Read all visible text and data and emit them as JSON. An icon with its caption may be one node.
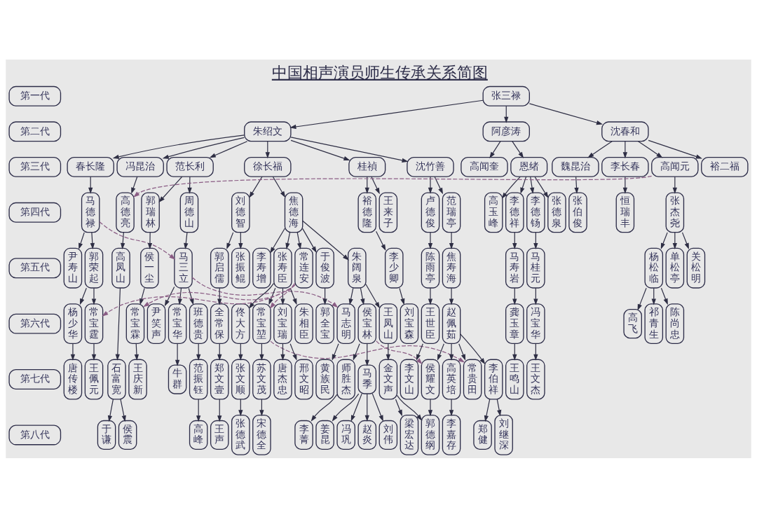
{
  "diagram": {
    "title": "中国相声演员师生传承关系简图",
    "nodes": [
      {
        "text": [
          "第一代"
        ]
      },
      {
        "text": [
          "张三禄"
        ]
      },
      {
        "text": [
          "第二代"
        ]
      },
      {
        "text": [
          "朱绍文"
        ]
      },
      {
        "text": [
          "阿彦涛"
        ]
      },
      {
        "text": [
          "沈春和"
        ]
      },
      {
        "text": [
          "第三代"
        ]
      },
      {
        "text": [
          "春长隆"
        ]
      },
      {
        "text": [
          "冯昆治"
        ]
      },
      {
        "text": [
          "范长利"
        ]
      },
      {
        "text": [
          "徐长福"
        ]
      },
      {
        "text": [
          "桂禎"
        ]
      },
      {
        "text": [
          "沈竹善"
        ]
      },
      {
        "text": [
          "高闻奎"
        ]
      },
      {
        "text": [
          "恩绪"
        ]
      },
      {
        "text": [
          "魏昆治"
        ]
      },
      {
        "text": [
          "李长春"
        ]
      },
      {
        "text": [
          "高闻元"
        ]
      },
      {
        "text": [
          "裕二福"
        ]
      },
      {
        "text": [
          "第四代"
        ]
      },
      {
        "text": [
          "马德禄"
        ]
      },
      {
        "text": [
          "高德亮"
        ]
      },
      {
        "text": [
          "周德山"
        ]
      },
      {
        "text": [
          "郭瑞林"
        ]
      },
      {
        "text": [
          "焦德海"
        ]
      },
      {
        "text": [
          "刘德智"
        ]
      },
      {
        "text": [
          "王来子"
        ]
      },
      {
        "text": [
          "裕德隆"
        ]
      },
      {
        "text": [
          "范瑞亭"
        ]
      },
      {
        "text": [
          "卢德俊"
        ]
      },
      {
        "text": [
          "张德泉"
        ]
      },
      {
        "text": [
          "高玉峰"
        ]
      },
      {
        "text": [
          "李德祥"
        ]
      },
      {
        "text": [
          "李德钖"
        ]
      },
      {
        "text": [
          "张伯俊"
        ]
      },
      {
        "text": [
          "恒瑞丰"
        ]
      },
      {
        "text": [
          "张杰尧"
        ]
      },
      {
        "text": [
          "第五代"
        ]
      },
      {
        "text": [
          "尹寿山"
        ]
      },
      {
        "text": [
          "郭荣起"
        ]
      },
      {
        "text": [
          "高凤山"
        ]
      },
      {
        "text": [
          "马三立"
        ]
      },
      {
        "text": [
          "侯一尘"
        ]
      },
      {
        "text": [
          "李寿增"
        ]
      },
      {
        "text": [
          "张寿臣"
        ]
      },
      {
        "text": [
          "常连安"
        ]
      },
      {
        "text": [
          "于俊波"
        ]
      },
      {
        "text": [
          "朱阔泉"
        ]
      },
      {
        "text": [
          "张振鲲"
        ]
      },
      {
        "text": [
          "郭启儒"
        ]
      },
      {
        "text": [
          "李少卿"
        ]
      },
      {
        "text": [
          "焦寿海"
        ]
      },
      {
        "text": [
          "陈雨亭"
        ]
      },
      {
        "text": [
          "马寿岩"
        ]
      },
      {
        "text": [
          "马桂元"
        ]
      },
      {
        "text": [
          "单松亭"
        ]
      },
      {
        "text": [
          "关松明"
        ]
      },
      {
        "text": [
          "杨松临"
        ]
      },
      {
        "text": [
          "第六代"
        ]
      },
      {
        "text": [
          "杨少华"
        ]
      },
      {
        "text": [
          "常宝霆"
        ]
      },
      {
        "text": [
          "尹笑声"
        ]
      },
      {
        "text": [
          "常宝华"
        ]
      },
      {
        "text": [
          "班德贵"
        ]
      },
      {
        "text": [
          "常宝霖"
        ]
      },
      {
        "text": [
          "常宝堃"
        ]
      },
      {
        "text": [
          "刘宝瑞"
        ]
      },
      {
        "text": [
          "朱相臣"
        ]
      },
      {
        "text": [
          "佟大方"
        ]
      },
      {
        "text": [
          "郭全宝"
        ]
      },
      {
        "text": [
          "侯宝林"
        ]
      },
      {
        "text": [
          "马志明"
        ]
      },
      {
        "text": [
          "王凤山"
        ]
      },
      {
        "text": [
          "全常保"
        ]
      },
      {
        "text": [
          "刘宝森"
        ]
      },
      {
        "text": [
          "赵佩茹"
        ]
      },
      {
        "text": [
          "王世臣"
        ]
      },
      {
        "text": [
          "龚玉章"
        ]
      },
      {
        "text": [
          "冯宝华"
        ]
      },
      {
        "text": [
          "高飞"
        ]
      },
      {
        "text": [
          "祁青生"
        ]
      },
      {
        "text": [
          "陈尚忠"
        ]
      },
      {
        "text": [
          "第七代"
        ]
      },
      {
        "text": [
          "唐传楼"
        ]
      },
      {
        "text": [
          "王佩元"
        ]
      },
      {
        "text": [
          "石富宽"
        ]
      },
      {
        "text": [
          "牛群"
        ]
      },
      {
        "text": [
          "范振钰"
        ]
      },
      {
        "text": [
          "王庆新"
        ]
      },
      {
        "text": [
          "苏文茂"
        ]
      },
      {
        "text": [
          "邢文昭"
        ]
      },
      {
        "text": [
          "唐杰忠"
        ]
      },
      {
        "text": [
          "张文顺"
        ]
      },
      {
        "text": [
          "师胜杰"
        ]
      },
      {
        "text": [
          "马季"
        ]
      },
      {
        "text": [
          "黄族民"
        ]
      },
      {
        "text": [
          "金文声"
        ]
      },
      {
        "text": [
          "郑文壹"
        ]
      },
      {
        "text": [
          "常贵田"
        ]
      },
      {
        "text": [
          "高英培"
        ]
      },
      {
        "text": [
          "侯耀文"
        ]
      },
      {
        "text": [
          "李伯祥"
        ]
      },
      {
        "text": [
          "李文山"
        ]
      },
      {
        "text": [
          "王鸣山"
        ]
      },
      {
        "text": [
          "王文杰"
        ]
      },
      {
        "text": [
          "第八代"
        ]
      },
      {
        "text": [
          "侯震"
        ]
      },
      {
        "text": [
          "于谦"
        ]
      },
      {
        "text": [
          "高峰"
        ]
      },
      {
        "text": [
          "宋德全"
        ]
      },
      {
        "text": [
          "张德武"
        ]
      },
      {
        "text": [
          "李菁"
        ]
      },
      {
        "text": [
          "姜昆"
        ]
      },
      {
        "text": [
          "冯巩"
        ]
      },
      {
        "text": [
          "赵炎"
        ]
      },
      {
        "text": [
          "刘伟"
        ]
      },
      {
        "text": [
          "梁宏达"
        ]
      },
      {
        "text": [
          "王声"
        ]
      },
      {
        "text": [
          "李嘉存"
        ]
      },
      {
        "text": [
          "郭德纲"
        ]
      },
      {
        "text": [
          "郑健"
        ]
      },
      {
        "text": [
          "刘继深"
        ]
      }
    ],
    "edges": [
      {
        "from": 1,
        "to": 3,
        "arrow": "to"
      },
      {
        "from": 1,
        "to": 4,
        "arrow": "to"
      },
      {
        "from": 1,
        "to": 5,
        "arrow": "to"
      },
      {
        "from": 3,
        "to": 7,
        "arrow": "to"
      },
      {
        "from": 3,
        "to": 8,
        "arrow": "to"
      },
      {
        "from": 3,
        "to": 9,
        "arrow": "to"
      },
      {
        "from": 3,
        "to": 10,
        "arrow": "to"
      },
      {
        "from": 3,
        "to": 11,
        "arrow": "to"
      },
      {
        "from": 3,
        "to": 12,
        "arrow": "to"
      },
      {
        "from": 4,
        "to": 13,
        "arrow": "to"
      },
      {
        "from": 4,
        "to": 14,
        "arrow": "to"
      },
      {
        "from": 5,
        "to": 15,
        "arrow": "to"
      },
      {
        "from": 5,
        "to": 16,
        "arrow": "to"
      },
      {
        "from": 5,
        "to": 17,
        "arrow": "to"
      },
      {
        "from": 5,
        "to": 18,
        "arrow": "to"
      },
      {
        "from": 7,
        "to": 20,
        "arrow": "to"
      },
      {
        "from": 8,
        "to": 21,
        "arrow": "to"
      },
      {
        "from": 17,
        "to": 21,
        "arrow": "to",
        "style": "dashed",
        "color": "#8a5c84"
      },
      {
        "from": 9,
        "to": 22,
        "arrow": "to"
      },
      {
        "from": 9,
        "to": 23,
        "arrow": "to"
      },
      {
        "from": 10,
        "to": 24,
        "arrow": "to"
      },
      {
        "from": 10,
        "to": 25,
        "arrow": "to"
      },
      {
        "from": 11,
        "to": 26,
        "arrow": "to"
      },
      {
        "from": 11,
        "to": 27,
        "arrow": "to"
      },
      {
        "from": 12,
        "to": 28,
        "arrow": "to"
      },
      {
        "from": 12,
        "to": 29,
        "arrow": "to"
      },
      {
        "from": 14,
        "to": 30,
        "arrow": "to"
      },
      {
        "from": 14,
        "to": 31,
        "arrow": "to"
      },
      {
        "from": 14,
        "to": 32,
        "arrow": "to"
      },
      {
        "from": 14,
        "to": 33,
        "arrow": "to"
      },
      {
        "from": 15,
        "to": 34,
        "arrow": "to"
      },
      {
        "from": 16,
        "to": 35,
        "arrow": "to"
      },
      {
        "from": 17,
        "to": 36,
        "arrow": "to"
      },
      {
        "from": 20,
        "to": 38,
        "arrow": "to"
      },
      {
        "from": 20,
        "to": 39,
        "arrow": "to"
      },
      {
        "from": 20,
        "to": 41,
        "arrow": "to",
        "style": "dashed",
        "color": "#8a5c84"
      },
      {
        "from": 21,
        "to": 40,
        "arrow": "to"
      },
      {
        "from": 22,
        "to": 41,
        "arrow": "to"
      },
      {
        "from": 23,
        "to": 42,
        "arrow": "to"
      },
      {
        "from": 24,
        "to": 43,
        "arrow": "to"
      },
      {
        "from": 24,
        "to": 44,
        "arrow": "to"
      },
      {
        "from": 24,
        "to": 45,
        "arrow": "to"
      },
      {
        "from": 24,
        "to": 46,
        "arrow": "to"
      },
      {
        "from": 24,
        "to": 47,
        "arrow": "to"
      },
      {
        "from": 25,
        "to": 48,
        "arrow": "to"
      },
      {
        "from": 25,
        "to": 49,
        "arrow": "to"
      },
      {
        "from": 27,
        "to": 50,
        "arrow": "to"
      },
      {
        "from": 28,
        "to": 51,
        "arrow": "to"
      },
      {
        "from": 29,
        "to": 52,
        "arrow": "to"
      },
      {
        "from": 32,
        "to": 53,
        "arrow": "to"
      },
      {
        "from": 33,
        "to": 54,
        "arrow": "to"
      },
      {
        "from": 36,
        "to": 55,
        "arrow": "to"
      },
      {
        "from": 36,
        "to": 56,
        "arrow": "to"
      },
      {
        "from": 36,
        "to": 57,
        "arrow": "to"
      },
      {
        "from": 39,
        "to": 59,
        "arrow": "to"
      },
      {
        "from": 39,
        "to": 60,
        "arrow": "to"
      },
      {
        "from": 45,
        "to": 60,
        "arrow": "to",
        "style": "dashed",
        "color": "#8a5c84"
      },
      {
        "from": 41,
        "to": 61,
        "arrow": "to"
      },
      {
        "from": 41,
        "to": 62,
        "arrow": "to"
      },
      {
        "from": 41,
        "to": 63,
        "arrow": "to"
      },
      {
        "from": 41,
        "to": 71,
        "arrow": "to",
        "style": "dashed",
        "color": "#8a5c84"
      },
      {
        "from": 42,
        "to": 64,
        "arrow": "to"
      },
      {
        "from": 45,
        "to": 64,
        "arrow": "to",
        "style": "dashed",
        "color": "#8a5c84"
      },
      {
        "from": 44,
        "to": 65,
        "arrow": "to"
      },
      {
        "from": 45,
        "to": 65,
        "arrow": "to",
        "style": "dashed",
        "color": "#8a5c84"
      },
      {
        "from": 44,
        "to": 66,
        "arrow": "to"
      },
      {
        "from": 44,
        "to": 67,
        "arrow": "to"
      },
      {
        "from": 44,
        "to": 68,
        "arrow": "to"
      },
      {
        "from": 46,
        "to": 69,
        "arrow": "to"
      },
      {
        "from": 47,
        "to": 70,
        "arrow": "to"
      },
      {
        "from": 47,
        "to": 71,
        "arrow": "to"
      },
      {
        "from": 47,
        "to": 72,
        "arrow": "to"
      },
      {
        "from": 49,
        "to": 73,
        "arrow": "to"
      },
      {
        "from": 50,
        "to": 74,
        "arrow": "to"
      },
      {
        "from": 51,
        "to": 75,
        "arrow": "to"
      },
      {
        "from": 52,
        "to": 76,
        "arrow": "to"
      },
      {
        "from": 53,
        "to": 77,
        "arrow": "to"
      },
      {
        "from": 54,
        "to": 78,
        "arrow": "to"
      },
      {
        "from": 57,
        "to": 79,
        "arrow": "to"
      },
      {
        "from": 57,
        "to": 80,
        "arrow": "to"
      },
      {
        "from": 57,
        "to": 81,
        "arrow": "to"
      },
      {
        "from": 59,
        "to": 83,
        "arrow": "to"
      },
      {
        "from": 60,
        "to": 84,
        "arrow": "to"
      },
      {
        "from": 40,
        "to": 85,
        "arrow": "to"
      },
      {
        "from": 62,
        "to": 86,
        "arrow": "to"
      },
      {
        "from": 63,
        "to": 87,
        "arrow": "to"
      },
      {
        "from": 64,
        "to": 88,
        "arrow": "to"
      },
      {
        "from": 65,
        "to": 89,
        "arrow": "to"
      },
      {
        "from": 66,
        "to": 90,
        "arrow": "to"
      },
      {
        "from": 66,
        "to": 91,
        "arrow": "to"
      },
      {
        "from": 68,
        "to": 92,
        "arrow": "to"
      },
      {
        "from": 70,
        "to": 93,
        "arrow": "to"
      },
      {
        "from": 70,
        "to": 94,
        "arrow": "to"
      },
      {
        "from": 71,
        "to": 95,
        "arrow": "to"
      },
      {
        "from": 72,
        "to": 96,
        "arrow": "to"
      },
      {
        "from": 73,
        "to": 97,
        "arrow": "to"
      },
      {
        "from": 75,
        "to": 98,
        "arrow": "to"
      },
      {
        "from": 65,
        "to": 98,
        "arrow": "to",
        "style": "dashed",
        "color": "#8a5c84"
      },
      {
        "from": 75,
        "to": 99,
        "arrow": "to"
      },
      {
        "from": 75,
        "to": 100,
        "arrow": "to"
      },
      {
        "from": 70,
        "to": 100,
        "arrow": "to",
        "style": "dashed",
        "color": "#8a5c84"
      },
      {
        "from": 75,
        "to": 101,
        "arrow": "to"
      },
      {
        "from": 76,
        "to": 102,
        "arrow": "to"
      },
      {
        "from": 77,
        "to": 103,
        "arrow": "to"
      },
      {
        "from": 78,
        "to": 104,
        "arrow": "to"
      },
      {
        "from": 85,
        "to": 106,
        "arrow": "to"
      },
      {
        "from": 85,
        "to": 107,
        "arrow": "to"
      },
      {
        "from": 87,
        "to": 108,
        "arrow": "to"
      },
      {
        "from": 89,
        "to": 109,
        "arrow": "to"
      },
      {
        "from": 92,
        "to": 110,
        "arrow": "to"
      },
      {
        "from": 93,
        "to": 111,
        "arrow": "to"
      },
      {
        "from": 94,
        "to": 112,
        "arrow": "to"
      },
      {
        "from": 94,
        "to": 113,
        "arrow": "to"
      },
      {
        "from": 94,
        "to": 114,
        "arrow": "to"
      },
      {
        "from": 94,
        "to": 115,
        "arrow": "to"
      },
      {
        "from": 96,
        "to": 116,
        "arrow": "to"
      },
      {
        "from": 97,
        "to": 117,
        "arrow": "to"
      },
      {
        "from": 99,
        "to": 118,
        "arrow": "to"
      },
      {
        "from": 100,
        "to": 119,
        "arrow": "to"
      },
      {
        "from": 96,
        "to": 119,
        "arrow": "to"
      },
      {
        "from": 101,
        "to": 120,
        "arrow": "to"
      },
      {
        "from": 101,
        "to": 121,
        "arrow": "to"
      }
    ]
  }
}
